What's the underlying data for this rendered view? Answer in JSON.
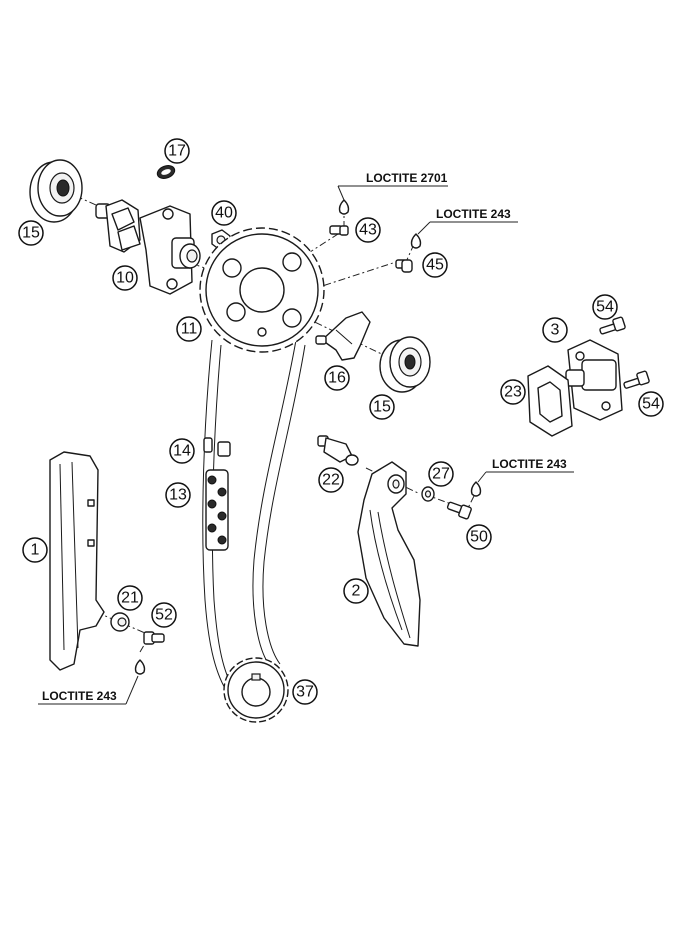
{
  "callouts": {
    "c15a": "15",
    "c10": "10",
    "c17": "17",
    "c40": "40",
    "c43": "43",
    "c45": "45",
    "c11": "11",
    "c16": "16",
    "c15b": "15",
    "c3": "3",
    "c54a": "54",
    "c23": "23",
    "c54b": "54",
    "c14": "14",
    "c13": "13",
    "c22": "22",
    "c27": "27",
    "c50": "50",
    "c1": "1",
    "c2": "2",
    "c21": "21",
    "c52": "52",
    "c37": "37"
  },
  "loctite": {
    "l2701": "LOCTITE 2701",
    "l243_top": "LOCTITE 243",
    "l243_mid": "LOCTITE 243",
    "l243_bottom": "LOCTITE 243"
  }
}
